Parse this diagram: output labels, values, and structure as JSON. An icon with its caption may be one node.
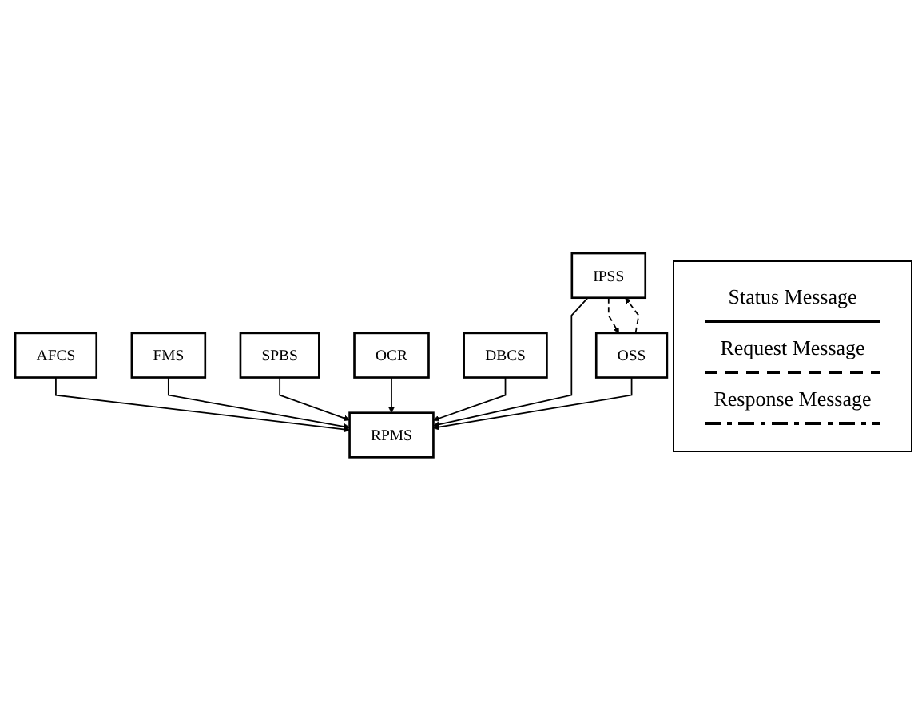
{
  "diagram": {
    "nodes": [
      {
        "text": [
          "AFCS"
        ]
      },
      {
        "text": [
          "FMS"
        ]
      },
      {
        "text": [
          "SPBS"
        ]
      },
      {
        "text": [
          "OCR"
        ]
      },
      {
        "text": [
          "RPMS"
        ]
      },
      {
        "text": [
          "DBCS"
        ]
      },
      {
        "text": [
          "IPSS"
        ]
      },
      {
        "text": [
          "OSS"
        ]
      }
    ],
    "edges": [
      {
        "from": 0,
        "to": 4,
        "arrow": "to"
      },
      {
        "from": 1,
        "to": 4,
        "arrow": "to"
      },
      {
        "from": 2,
        "to": 4,
        "arrow": "to"
      },
      {
        "from": 3,
        "to": 4,
        "arrow": "to"
      },
      {
        "from": 5,
        "to": 4,
        "arrow": "to"
      },
      {
        "from": 6,
        "to": 4,
        "arrow": "to"
      },
      {
        "from": 7,
        "to": 4,
        "arrow": "to"
      },
      {
        "from": 6,
        "to": 7,
        "arrow": "to",
        "style": "dashed"
      },
      {
        "from": 7,
        "to": 6,
        "arrow": "to",
        "style": "dashed"
      }
    ],
    "legend": [
      {
        "text": "Status Message"
      },
      {
        "text": "Request Message"
      },
      {
        "text": "Response Message"
      }
    ]
  }
}
